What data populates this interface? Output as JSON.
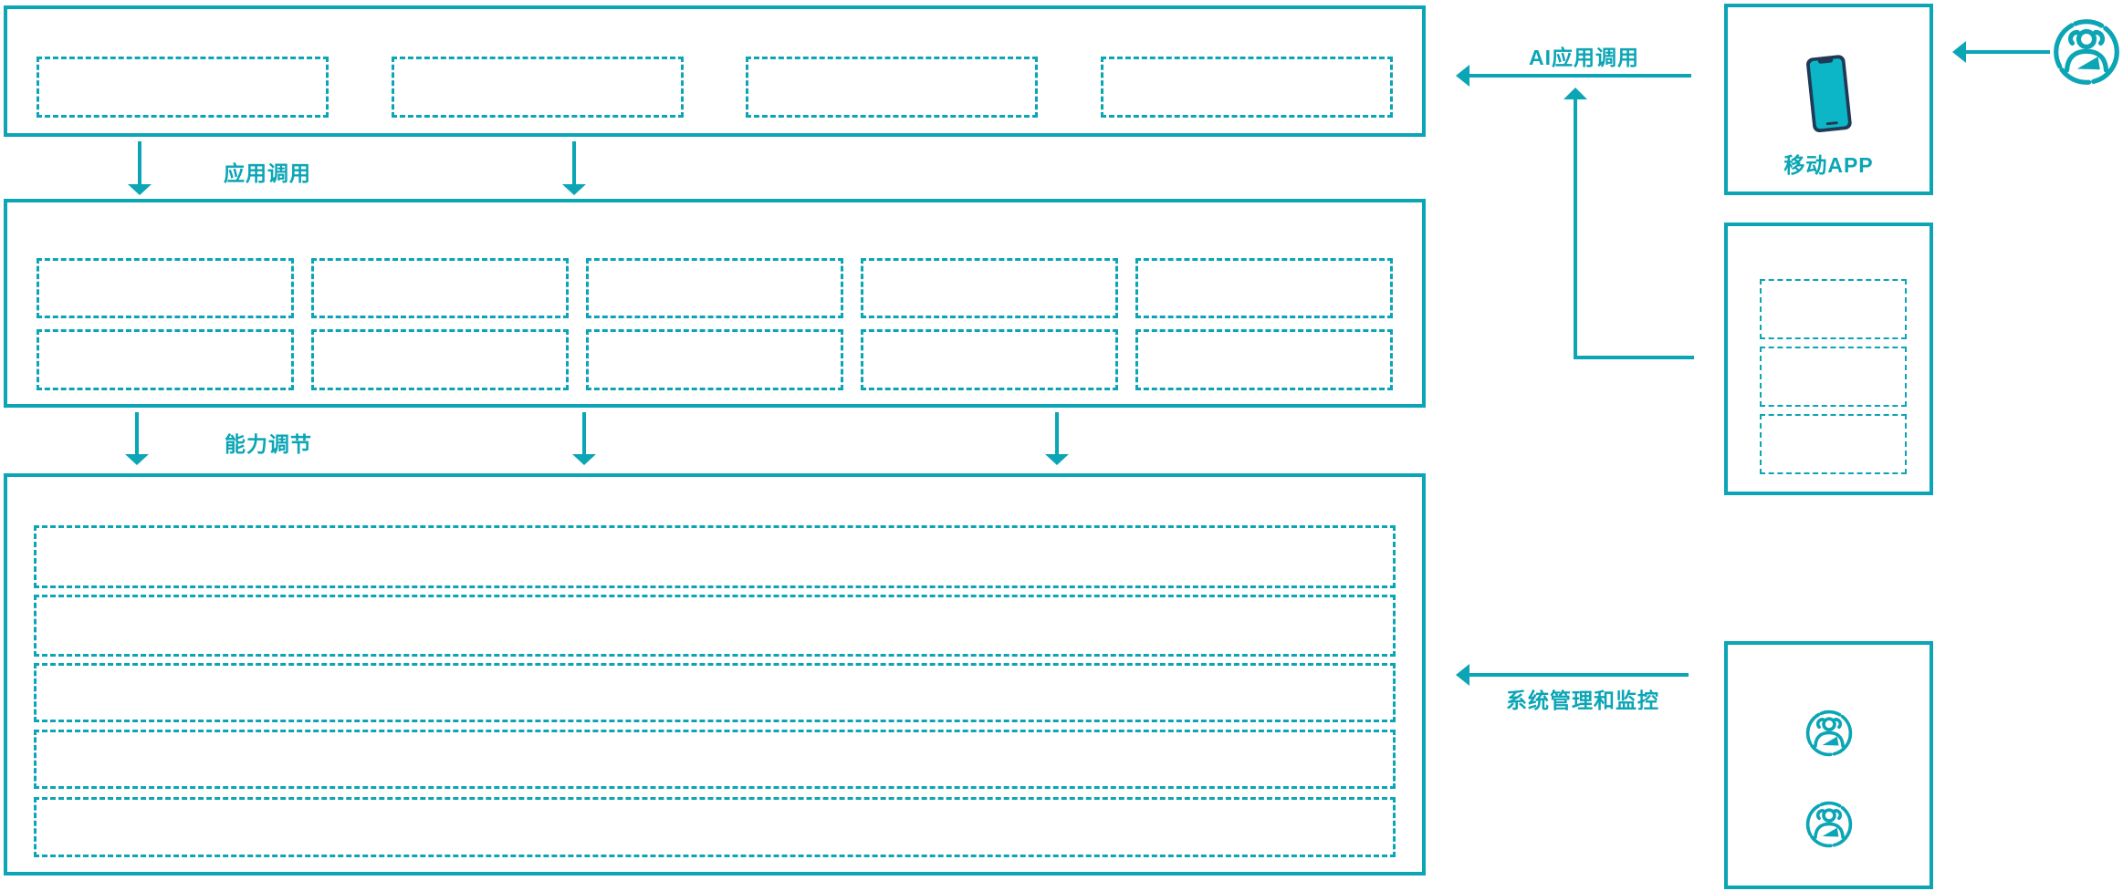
{
  "colors": {
    "teal": "#0ba5b5",
    "phone_body_navy": "#1e3a56",
    "phone_screen_teal": "#0db6c6",
    "background": "#ffffff"
  },
  "labels": {
    "app_call": "应用调用",
    "capability_adjust": "能力调节",
    "ai_app_call": "AI应用调用",
    "system_mgmt_monitor": "系统管理和监控",
    "mobile_app": "移动APP"
  },
  "layers": {
    "top_layer": {
      "placeholder_count": 4
    },
    "middle_layer": {
      "row_count": 2,
      "placeholders_per_row": 5
    },
    "bottom_layer": {
      "row_count": 5
    },
    "service_panel": {
      "placeholder_count": 3
    },
    "admin_panel": {
      "user_icon_count": 2
    }
  },
  "icons": {
    "top_right_user": "users-group-icon",
    "mobile_device": "smartphone-icon",
    "admin_users": "users-group-icon"
  }
}
